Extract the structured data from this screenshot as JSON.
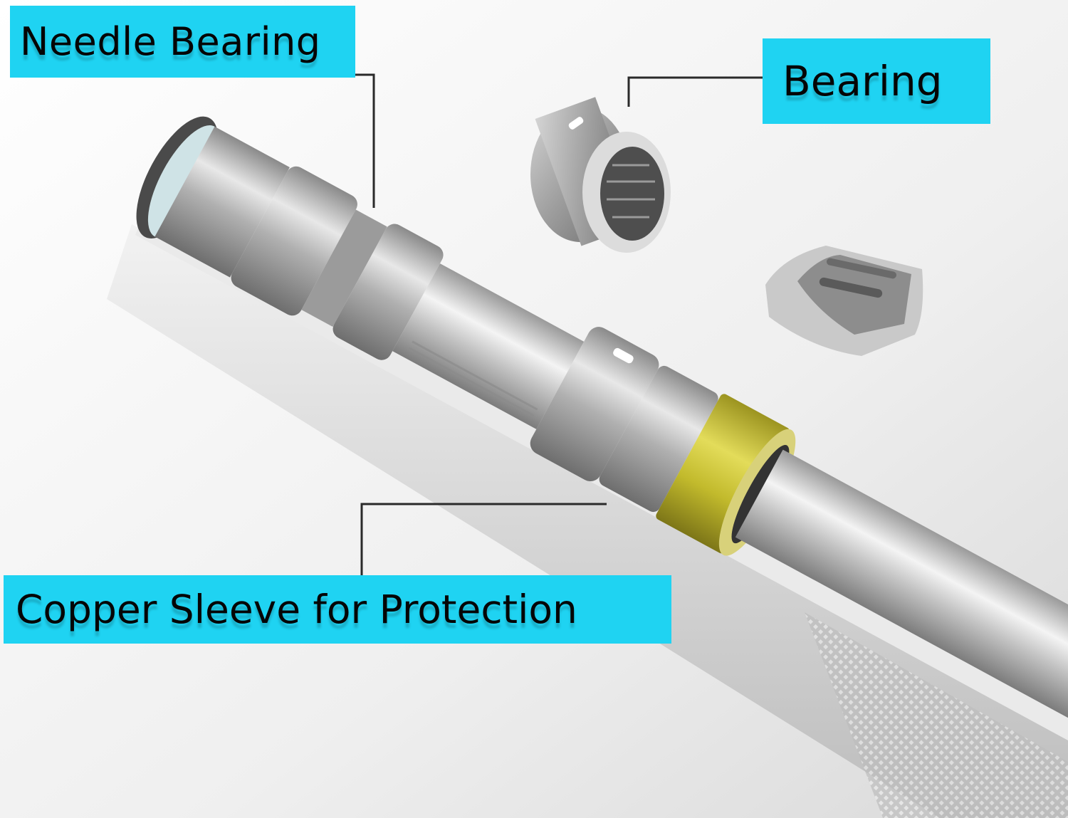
{
  "image": {
    "description": "Cutaway render of a jump rope handle showing internal needle bearing, a separate bearing, and a copper protective sleeve",
    "background_color": "#f4f4f4"
  },
  "labels": {
    "needle_bearing": {
      "text": "Needle Bearing",
      "bg_color": "#1fd3f2"
    },
    "bearing": {
      "text": "Bearing",
      "bg_color": "#1fd3f2"
    },
    "copper_sleeve": {
      "text": "Copper Sleeve for Protection",
      "bg_color": "#1fd3f2"
    }
  },
  "colors": {
    "label_bg": "#1fd3f2",
    "label_text": "#050505",
    "leader_line": "#2a2a2a",
    "metal_light": "#e6e6e6",
    "metal_mid": "#a9a9a9",
    "metal_dark": "#6b6b6b",
    "copper_sleeve": "#c9c12a"
  }
}
